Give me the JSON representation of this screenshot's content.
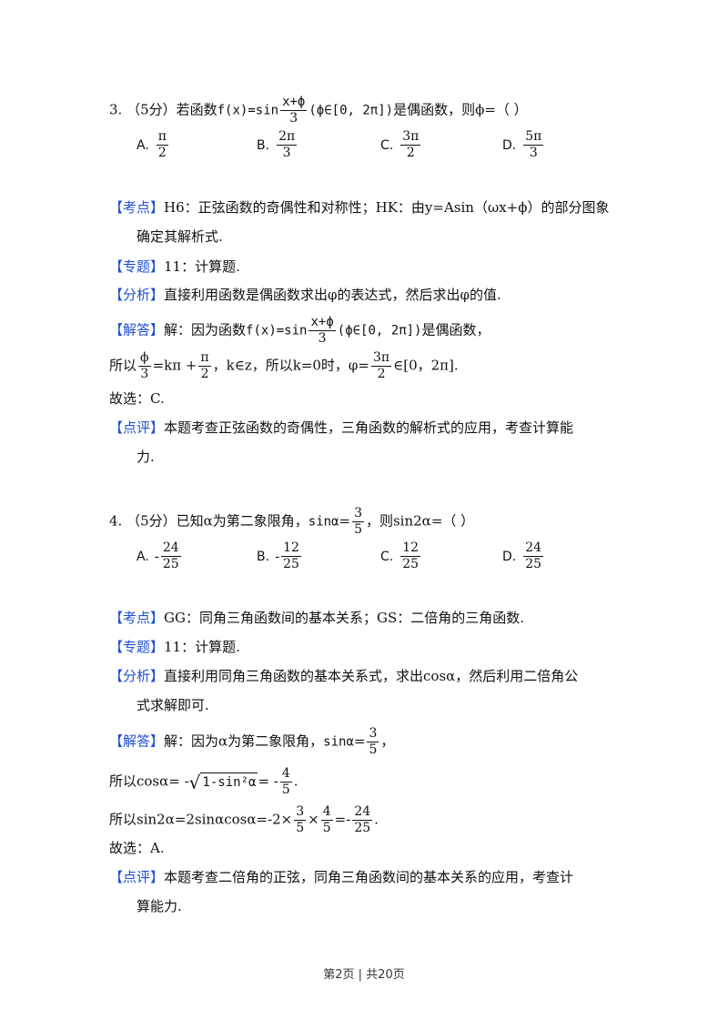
{
  "q3": {
    "stem_a": "3.  （5分）若函数",
    "func": "f(x)=sin",
    "frac_num": "x+ϕ",
    "frac_den": "3",
    "domain": "(ϕ∈[0,  2π])",
    "stem_b": "是偶函数，则ϕ=（        ）",
    "options": [
      {
        "label": "A.",
        "num": "π",
        "den": "2"
      },
      {
        "label": "B.",
        "num": "2π",
        "den": "3"
      },
      {
        "label": "C.",
        "num": "3π",
        "den": "2"
      },
      {
        "label": "D.",
        "num": "5π",
        "den": "3"
      }
    ],
    "kaodian_tag": "【考点】",
    "kaodian_1": "H6：正弦函数的奇偶性和对称性；HK：由y=Asin（ωx+ϕ）的部分图象",
    "kaodian_2": "确定其解析式.",
    "zhuanti_tag": "【专题】",
    "zhuanti": "11：计算题.",
    "fenxi_tag": "【分析】",
    "fenxi": "直接利用函数是偶函数求出φ的表达式，然后求出φ的值.",
    "jieda_tag": "【解答】",
    "jieda_a": "解：因为函数",
    "jieda_func": "f(x)=sin",
    "jieda_num": "x+ϕ",
    "jieda_den": "3",
    "jieda_domain": "(ϕ∈[0,  2π])",
    "jieda_b": "是偶函数，",
    "line2_a": "所以",
    "line2_fnum": "ϕ",
    "line2_fden": "3",
    "line2_b": "=kπ  +",
    "line2_f2num": "π",
    "line2_f2den": "2",
    "line2_c": "，k∈z，所以k=0时，φ=",
    "line2_f3num": "3π",
    "line2_f3den": "2",
    "line2_d": "∈[0，2π].",
    "guxuan": "故选：C.",
    "dianping_tag": "【点评】",
    "dianping_1": "本题考查正弦函数的奇偶性，三角函数的解析式的应用，考查计算能",
    "dianping_2": "力."
  },
  "q4": {
    "stem_a": "4.  （5分）已知α为第二象限角，",
    "sin": "sinα",
    "eq": "=",
    "frac_num": "3",
    "frac_den": "5",
    "stem_b": "，则sin2α=（        ）",
    "options": [
      {
        "label": "A.",
        "sign": "-",
        "num": "24",
        "den": "25"
      },
      {
        "label": "B.",
        "sign": "-",
        "num": "12",
        "den": "25"
      },
      {
        "label": "C.",
        "sign": "",
        "num": "12",
        "den": "25"
      },
      {
        "label": "D.",
        "sign": "",
        "num": "24",
        "den": "25"
      }
    ],
    "kaodian_tag": "【考点】",
    "kaodian": "GG：同角三角函数间的基本关系；GS：二倍角的三角函数.",
    "zhuanti_tag": "【专题】",
    "zhuanti": "11：计算题.",
    "fenxi_tag": "【分析】",
    "fenxi_1": "直接利用同角三角函数的基本关系式，求出cosα，然后利用二倍角公",
    "fenxi_2": "式求解即可.",
    "jieda_tag": "【解答】",
    "jieda_a": "解：因为α为第二象限角，",
    "jieda_sin": "sinα",
    "jieda_num": "3",
    "jieda_den": "5",
    "jieda_b": "，",
    "cos_a": "所以cosα=  -",
    "cos_sqrt": "1-sin²α",
    "cos_b": "=  -",
    "cos_num": "4",
    "cos_den": "5",
    "cos_c": ".",
    "sin2_a": "所以sin2α=2sinαcosα=",
    "sin2_b": "-2×",
    "sin2_f1num": "3",
    "sin2_f1den": "5",
    "sin2_c": "×",
    "sin2_f2num": "4",
    "sin2_f2den": "5",
    "sin2_d": "=",
    "sin2_f3num": "24",
    "sin2_f3den": "25",
    "sin2_e": ".",
    "guxuan": "故选：A.",
    "dianping_tag": "【点评】",
    "dianping_1": "本题考查二倍角的正弦，同角三角函数间的基本关系的应用，考查计",
    "dianping_2": "算能力."
  },
  "footer": "第2页 | 共20页"
}
